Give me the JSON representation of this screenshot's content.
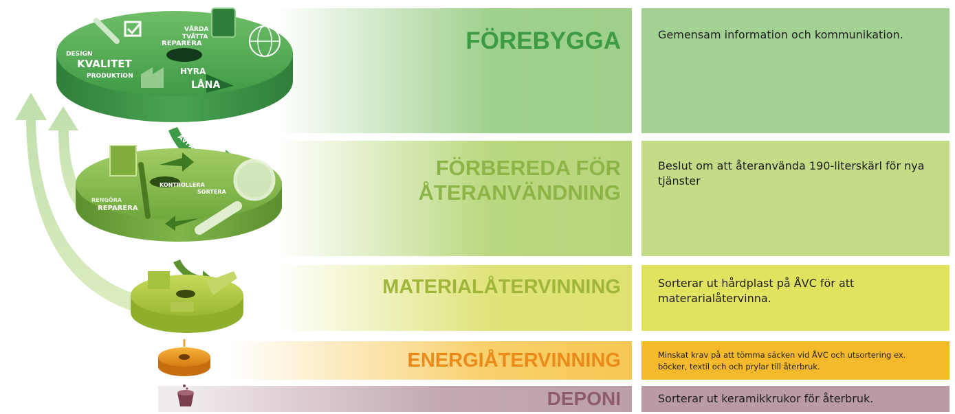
{
  "tiers": [
    {
      "title": "FÖREBYGGA",
      "description": "Gemensam information och kommunikation."
    },
    {
      "title": "FÖRBEREDA FÖR ÅTERANVÄNDNING",
      "description": "Beslut om att återanvända 190-literskärl för nya tjänster"
    },
    {
      "title": "MATERIALÅTERVINNING",
      "description": "Sorterar ut hårdplast på ÅVC för att materarialåtervinna."
    },
    {
      "title": "ENERGIÅTERVINNING",
      "description": "Minskat krav på att tömma säcken vid ÅVC och utsortering ex. böcker, textil och och prylar till återbruk."
    },
    {
      "title": "DEPONI",
      "description": "Sorterar ut keramikkrukor för återbruk."
    }
  ],
  "disk_labels": {
    "design": "DESIGN",
    "kvalitet": "KVALITET",
    "produktion": "PRODUKTION",
    "varda": "VÅRDA",
    "tvatta": "TVÄTTA",
    "reparera": "REPARERA",
    "hyra": "HYRA",
    "lana": "LÅNA",
    "avfall": "AVFALL",
    "kontrollera": "KONTROLLERA",
    "sortera": "SORTERA",
    "rengora": "RENGÖRA",
    "reparera2": "REPARERA"
  },
  "colors": {
    "tier1": "#8dc67e",
    "tier2": "#b7d27a",
    "tier3": "#dde16a",
    "tier4": "#f3b631",
    "tier5": "#b79ba4",
    "title1": "#3e9b45",
    "title2": "#8cb447",
    "title3": "#9fb63b",
    "title4": "#e98a1a",
    "title5": "#8e5b6c"
  }
}
